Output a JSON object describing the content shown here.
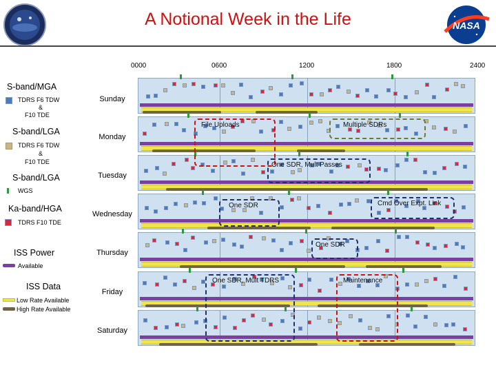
{
  "title": "A Notional Week in the Life",
  "logos": {
    "right_text": "NASA"
  },
  "hours": [
    "0000",
    "0600",
    "1200",
    "1800",
    "2400"
  ],
  "days": [
    "Sunday",
    "Monday",
    "Tuesday",
    "Wednesday",
    "Thursday",
    "Friday",
    "Saturday"
  ],
  "legend": {
    "sband_mga": "S-band/MGA",
    "tdrs_f6_tdw_1": "TDRS F6 TDW",
    "amp_1": "&",
    "f10_tde_1": "F10 TDE",
    "sband_lga_1": "S-band/LGA",
    "tdrs_f6_tdw_2": "TDRS F6 TDW",
    "amp_2": "&",
    "f10_tde_2": "F10 TDE",
    "sband_lga_2": "S-band/LGA",
    "wgs": "WGS",
    "ka_hga": "Ka-band/HGA",
    "tdrs_f10_tde": "TDRS F10 TDE",
    "iss_power": "ISS Power",
    "available": "Available",
    "iss_data": "ISS Data",
    "low_rate": "Low Rate Available",
    "high_rate": "High Rate Available"
  },
  "annotations": {
    "file_uploads": "File Uploads",
    "multiple_sdrs": "Multiple SDRs",
    "one_sdr_mult_passes": "One SDR, Mult Passes",
    "one_sdr_1": "One SDR",
    "cmd_over_expt_link": "Cmd Over Expt. Link",
    "one_sdr_2": "One SDR",
    "one_sdr_mult_tdrs": "One SDR, Mult TDRS",
    "maintenance": "Maintenance"
  },
  "colors": {
    "title": "#cc1111",
    "row_bg": "#cfe0f1",
    "tdrs_blue": "#4a7bc0",
    "tdrs_tan": "#c9b58a",
    "wgs_green": "#2c9a3a",
    "ka_red": "#d8283a",
    "power_purple": "#7b3fa0",
    "low_rate_yellow": "#efe64a",
    "high_rate_olive": "#6e6546",
    "box_red": "#cc1111",
    "box_olive": "#6f7a2a",
    "box_navy": "#1f2f6a"
  }
}
